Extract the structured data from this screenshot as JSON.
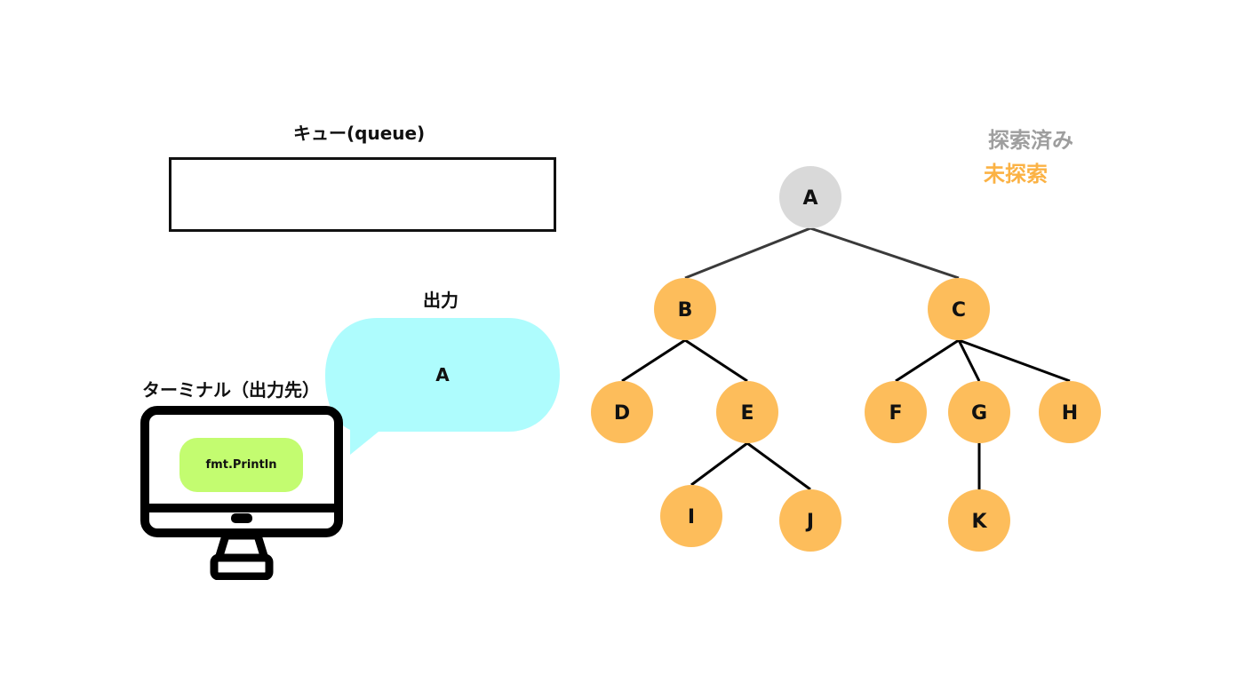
{
  "queue": {
    "title": "キュー(queue)",
    "items": []
  },
  "output": {
    "title": "出力",
    "bubble_text": "A",
    "bubble_color": "#aefcfd"
  },
  "terminal": {
    "title": "ターミナル（出力先）",
    "function_label": "fmt.Println",
    "function_color": "#c3fc70"
  },
  "legend": {
    "visited": {
      "label": "探索済み",
      "color": "#9e9e9e"
    },
    "unvisited": {
      "label": "未探索",
      "color": "#fbb244"
    }
  },
  "tree": {
    "visited_fill": "#d9d9d9",
    "unvisited_fill": "#fdbd5b",
    "nodes": [
      {
        "id": "A",
        "label": "A",
        "state": "visited"
      },
      {
        "id": "B",
        "label": "B",
        "state": "unvisited"
      },
      {
        "id": "C",
        "label": "C",
        "state": "unvisited"
      },
      {
        "id": "D",
        "label": "D",
        "state": "unvisited"
      },
      {
        "id": "E",
        "label": "E",
        "state": "unvisited"
      },
      {
        "id": "F",
        "label": "F",
        "state": "unvisited"
      },
      {
        "id": "G",
        "label": "G",
        "state": "unvisited"
      },
      {
        "id": "H",
        "label": "H",
        "state": "unvisited"
      },
      {
        "id": "I",
        "label": "I",
        "state": "unvisited"
      },
      {
        "id": "J",
        "label": "J",
        "state": "unvisited"
      },
      {
        "id": "K",
        "label": "K",
        "state": "unvisited"
      }
    ],
    "edges": [
      [
        "A",
        "B"
      ],
      [
        "A",
        "C"
      ],
      [
        "B",
        "D"
      ],
      [
        "B",
        "E"
      ],
      [
        "E",
        "I"
      ],
      [
        "E",
        "J"
      ],
      [
        "C",
        "F"
      ],
      [
        "C",
        "G"
      ],
      [
        "C",
        "H"
      ],
      [
        "G",
        "K"
      ]
    ]
  }
}
